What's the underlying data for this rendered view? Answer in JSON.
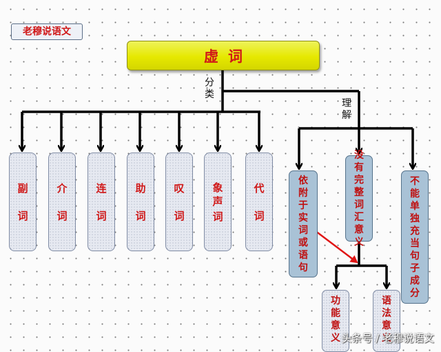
{
  "brand": "老穆说语文",
  "root": "虚词",
  "labels": {
    "classify": "分类",
    "understand": "理解"
  },
  "categories": [
    {
      "name": "副",
      "suffix": "词"
    },
    {
      "name": "介",
      "suffix": "词"
    },
    {
      "name": "连",
      "suffix": "词"
    },
    {
      "name": "助",
      "suffix": "词"
    },
    {
      "name": "叹",
      "suffix": "词"
    },
    {
      "name": "象声",
      "suffix": "词"
    },
    {
      "name": "代",
      "suffix": "词"
    }
  ],
  "understanding": {
    "attach": "依附于实词或语句",
    "no_meaning": "没有完整词汇意义",
    "not_component": "不能单独充当句子成分"
  },
  "meanings": {
    "function": "功能意义",
    "grammar": "语法意义"
  },
  "watermark": "头条号 / 老穆说语文",
  "colors": {
    "text_red": "#d01818",
    "title_yellow": "#e6e800",
    "arrow_red": "#e01515",
    "box_blue": "#a9c2d6"
  }
}
